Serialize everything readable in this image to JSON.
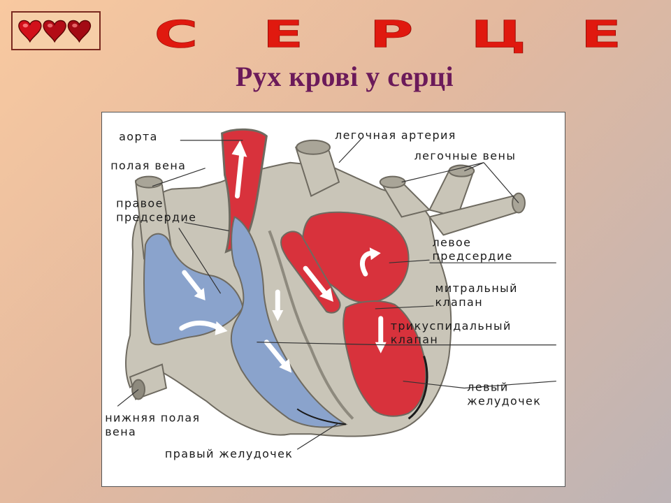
{
  "header": {
    "title_letters": [
      "С",
      "Е",
      "Р",
      "Ц",
      "Е"
    ],
    "subtitle": "Рух крові у серці",
    "hearts_icon": "three-hearts-icon"
  },
  "diagram": {
    "labels": {
      "aorta": "аорта",
      "hollow_vein": "полая вена",
      "right_atrium_1": "правое",
      "right_atrium_2": "предсердие",
      "pulmonary_artery": "легочная артерия",
      "pulmonary_veins": "легочные вены",
      "left_atrium_1": "левое",
      "left_atrium_2": "предсердие",
      "mitral_valve_1": "митральный",
      "mitral_valve_2": "клапан",
      "tricuspid_valve_1": "трикуспидальный",
      "tricuspid_valve_2": "клапан",
      "left_ventricle_1": "левый",
      "left_ventricle_2": "желудочек",
      "inferior_vena_cava_1": "нижняя полая",
      "inferior_vena_cava_2": "вена",
      "right_ventricle": "правый желудочек"
    },
    "colors": {
      "oxygenated": "#d8323c",
      "deoxygenated": "#8aa3cc",
      "wall": "#c9c5b8",
      "wall_shadow": "#8e8a7e"
    }
  }
}
